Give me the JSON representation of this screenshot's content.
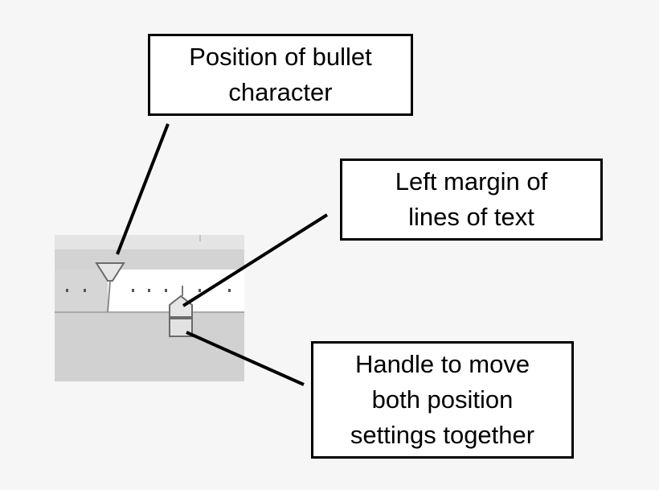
{
  "callouts": {
    "bullet_position": {
      "lines": [
        "Position of bullet",
        "character"
      ]
    },
    "left_margin": {
      "lines": [
        "Left margin of",
        "lines of text"
      ]
    },
    "both_handle": {
      "lines": [
        "Handle to move",
        "both position",
        "settings together"
      ]
    }
  },
  "ruler": {
    "icons": {
      "first_line_marker": "hanging-indent-triangle-icon",
      "left_indent_marker": "left-indent-pentagon-icon",
      "move_both_handle": "square-handle-icon"
    }
  },
  "colors": {
    "background": "#f6f6f6",
    "ruler_white": "#ffffff",
    "ruler_gray": "#d3d3d3",
    "marker_fill": "#e6e6e6",
    "marker_stroke": "#6b6b6b",
    "text": "#000000"
  }
}
